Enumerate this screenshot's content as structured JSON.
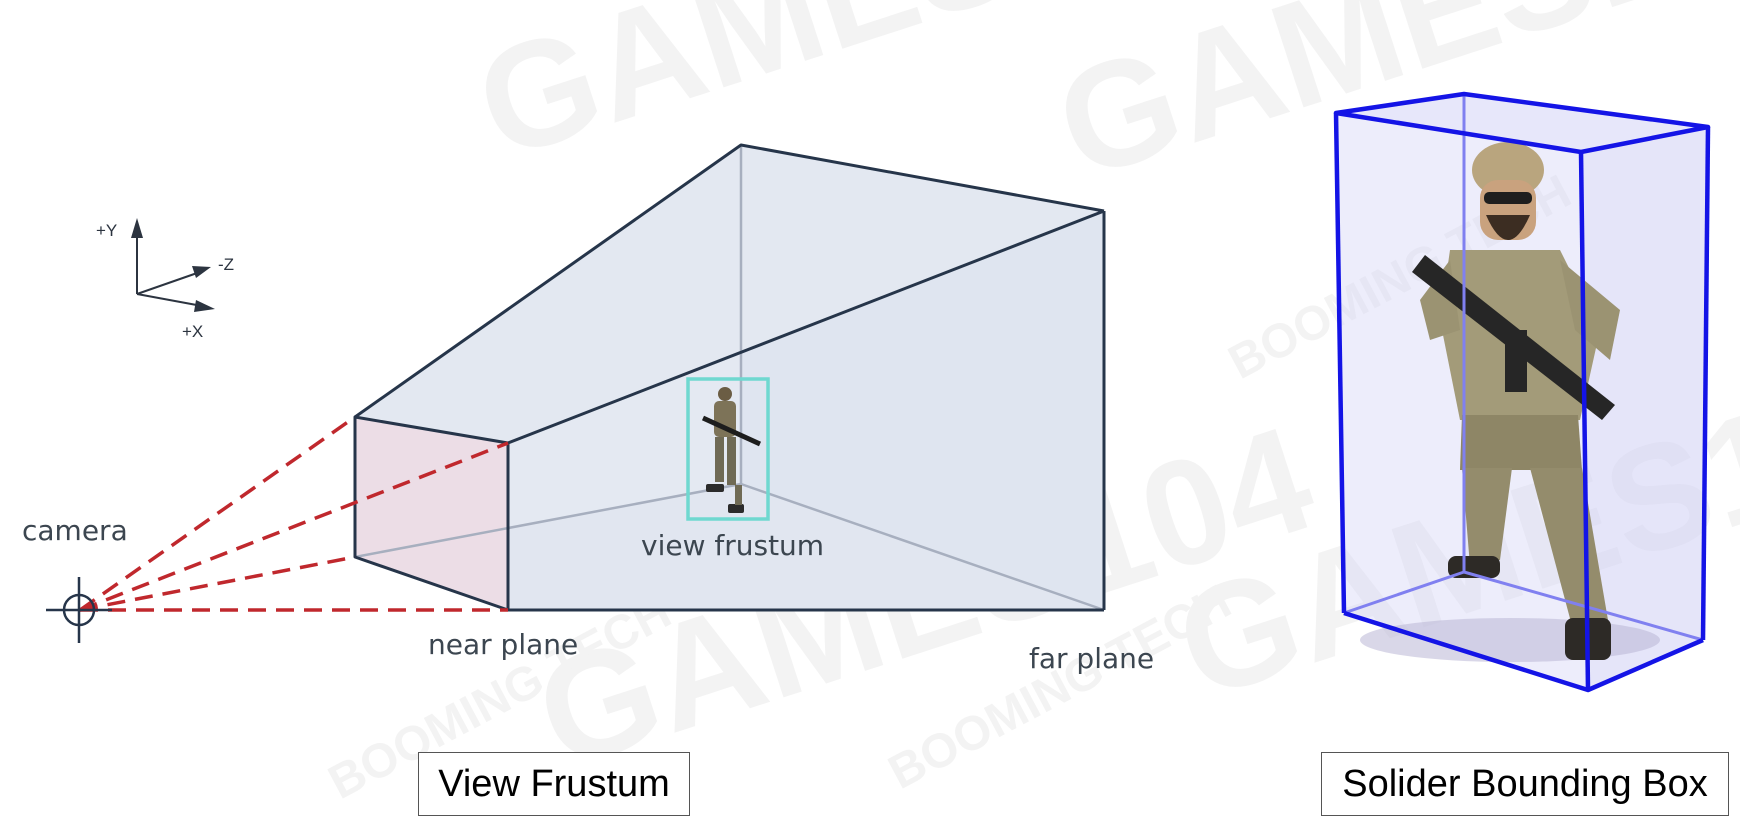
{
  "diagram": {
    "axes": {
      "y": "+Y",
      "z": "-Z",
      "x": "+X"
    },
    "labels": {
      "camera": "camera",
      "near_plane": "near plane",
      "far_plane": "far plane",
      "view_frustum": "view frustum"
    },
    "captions": {
      "left": "View Frustum",
      "right": "Solider Bounding Box"
    },
    "watermarks": [
      "GAMES104",
      "BOOMING TECH"
    ],
    "colors": {
      "frustum_edge": "#26354a",
      "frustum_fill": "#dfe5f0",
      "near_plane_fill": "#ecdde6",
      "camera_rays": "#c0282d",
      "soldier_bbox_small": "#6fd8d0",
      "bounding_box": "#1414e6",
      "bounding_box_fill": "#d4d4f5"
    }
  }
}
